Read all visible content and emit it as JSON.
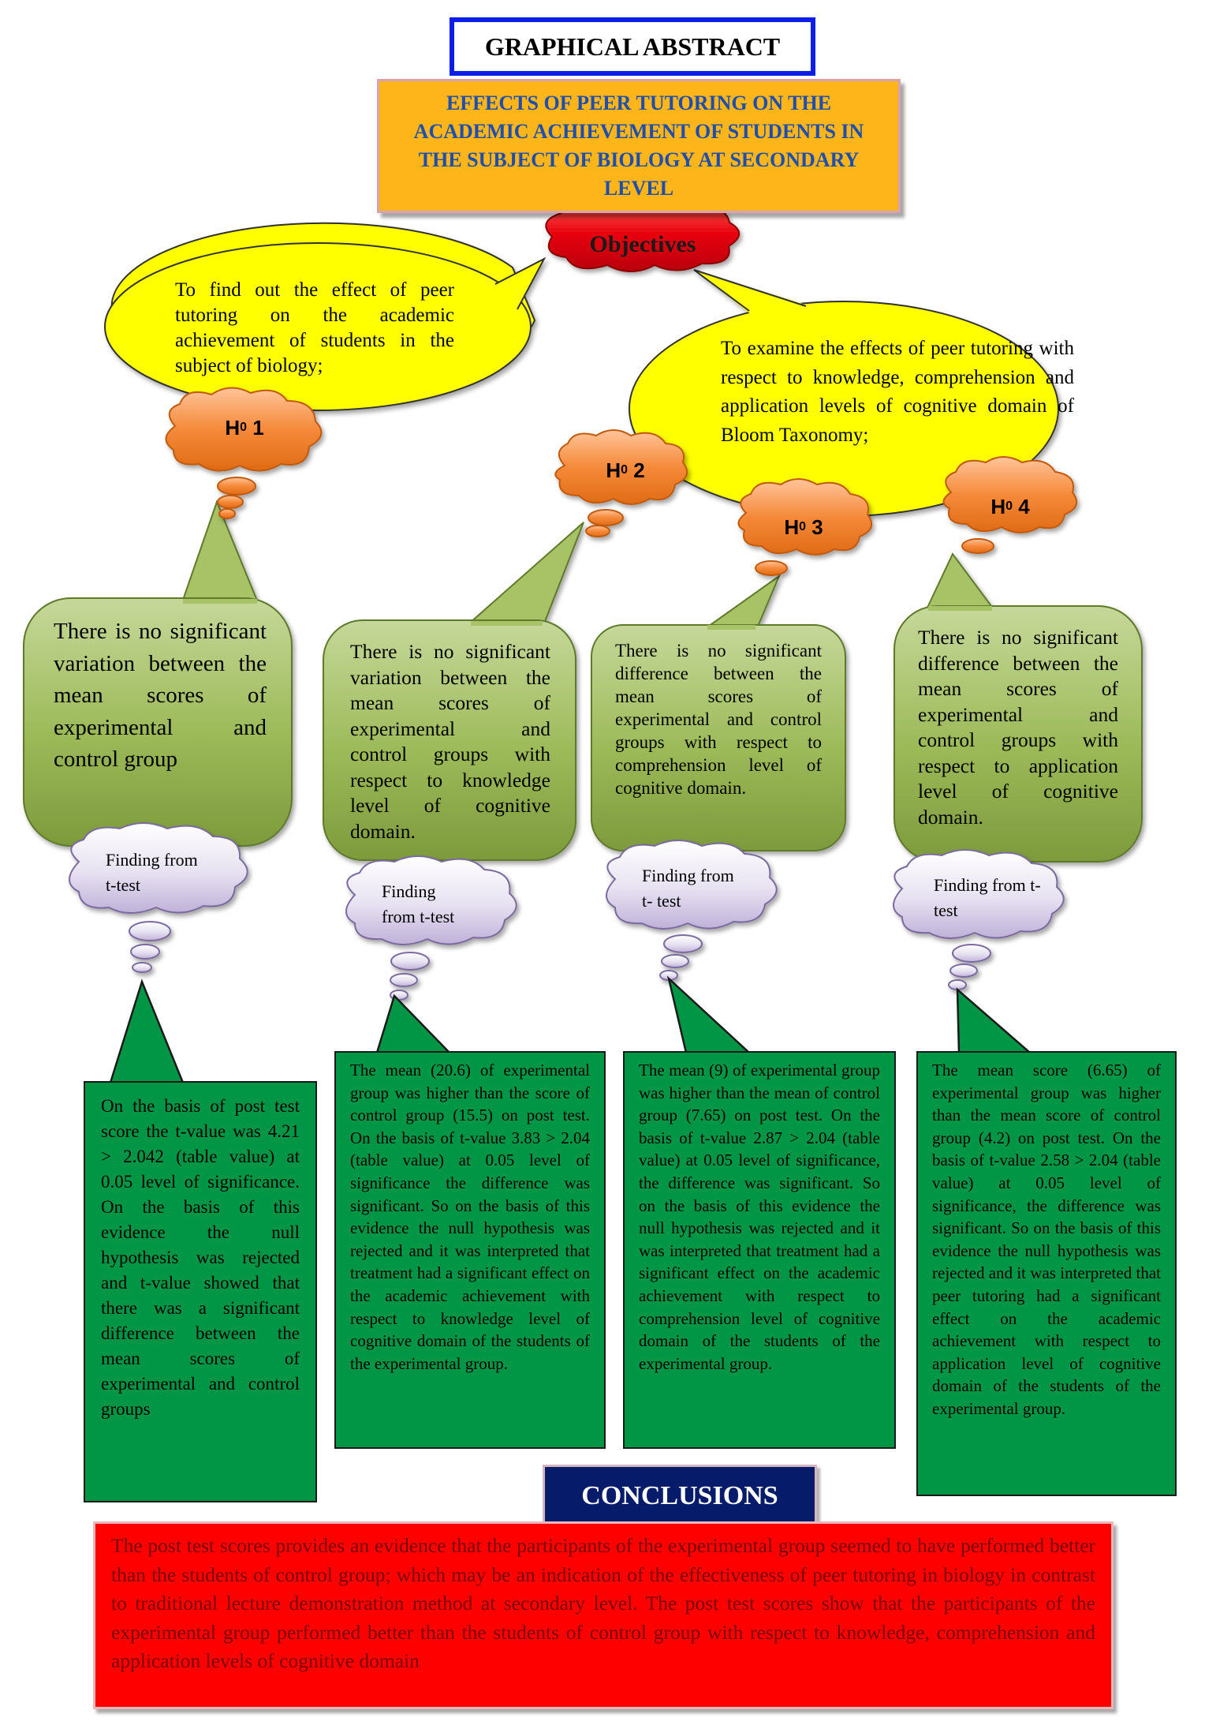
{
  "header": {
    "label": "GRAPHICAL ABSTRACT",
    "title": "EFFECTS OF PEER TUTORING ON THE ACADEMIC ACHIEVEMENT OF STUDENTS IN THE SUBJECT OF BIOLOGY AT SECONDARY LEVEL"
  },
  "objectives": {
    "label": "Objectives",
    "items": [
      "To find out  the effect of peer tutoring on the academic achievement of students in the subject of biology;",
      "To examine the effects of peer tutoring with respect to knowledge, comprehension and application levels of cognitive domain of Bloom Taxonomy;"
    ]
  },
  "hypotheses": [
    {
      "label": "H",
      "sub": "0",
      "num": " 1"
    },
    {
      "label": "H",
      "sub": "0",
      "num": " 2"
    },
    {
      "label": "H",
      "sub": "0",
      "num": " 3"
    },
    {
      "label": "H",
      "sub": "0",
      "num": " 4"
    }
  ],
  "statements": [
    "There is no significant variation between the mean scores of experimental and control group",
    "There is no significant variation between the mean scores of experimental and control groups with respect to knowledge level of cognitive domain.",
    "There is no significant difference between the mean scores of experimental and control groups with respect to comprehension level of cognitive domain.",
    "There is no significant difference between the mean scores of experimental and control groups with respect to application level of cognitive domain."
  ],
  "findings": [
    {
      "line1": "Finding from",
      "line2": "t-test"
    },
    {
      "line1": "Finding",
      "line2": "from t-test"
    },
    {
      "line1": "Finding from",
      "line2": "t- test"
    },
    {
      "line1": "Finding from t-",
      "line2": "test"
    }
  ],
  "results": [
    "On the basis of post test score the t-value was 4.21 > 2.042 (table value) at 0.05 level of significance. On the basis of this evidence the null hypothesis was rejected and t-value showed that there was a significant difference between the mean scores of experimental and control groups",
    "The mean (20.6) of experimental group was higher than the score of control group (15.5) on post test. On the basis of t-value 3.83 > 2.04 (table value) at 0.05 level of significance the difference was significant. So on the basis of this evidence the null hypothesis was rejected and it was interpreted that treatment had a significant effect on the academic achievement with respect to knowledge level of cognitive domain of the students of the experimental group.",
    "The mean (9) of experimental group was higher than the mean of control group (7.65) on post test. On the basis of t-value 2.87 > 2.04 (table value) at 0.05 level of significance, the difference was significant. So on the basis of this evidence the null hypothesis was rejected and it was interpreted that treatment had a significant effect on the academic achievement with respect to comprehension level of cognitive domain of the students of the experimental group.",
    "The mean score (6.65) of experimental group was higher than the mean score of control group (4.2) on post test. On the basis of t-value 2.58 > 2.04 (table value) at 0.05 level of significance, the difference was significant. So on the basis of this evidence the null hypothesis was rejected and it was interpreted that peer tutoring had a significant effect on the academic achievement with respect to application level of cognitive domain of the students of the experimental group."
  ],
  "conclusions": {
    "label": "CONCLUSIONS",
    "text": "The post test scores provides an evidence that the participants of the experimental group seemed to have performed better than the students of control group; which may be an indication of the effectiveness of peer tutoring in biology in contrast to traditional lecture demonstration method at secondary level. The post test scores show that the participants of the experimental group performed better than the students of control group with respect to knowledge, comprehension and application levels of cognitive domain"
  },
  "colors": {
    "title_border": "#0a1ee8",
    "title_bg": "#fdb51a",
    "title_text": "#1f4fae",
    "objective_cloud": "#e8000d",
    "speech_bubble": "#ffff00",
    "hypothesis_cloud": "#f58a3a",
    "statement_bubble": "#9dbb5a",
    "finding_cloud": "#ddd5ea",
    "result_box": "#009645",
    "conclusion_head": "#061c6a",
    "conclusion_body": "#ff0000",
    "conclusion_text": "#7a0000"
  }
}
